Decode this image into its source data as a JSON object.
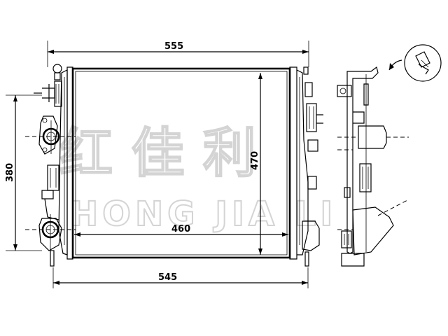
{
  "dimensions": {
    "overall_width": "555",
    "core_height": "470",
    "core_width": "460",
    "mount_height": "380",
    "base_width": "545"
  },
  "watermark": {
    "chinese": "红 佳 利",
    "english": "HONG JIA LI"
  },
  "icons": [
    "view-direction-icon"
  ]
}
